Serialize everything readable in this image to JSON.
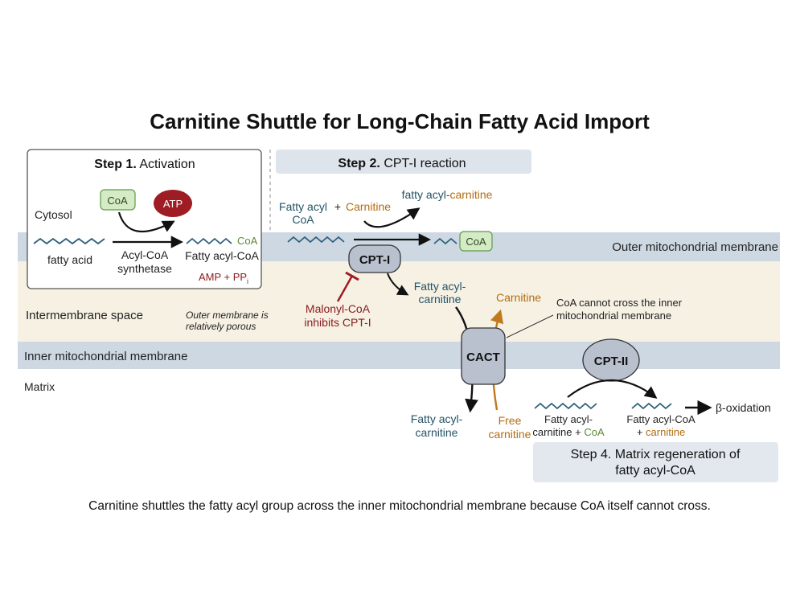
{
  "title": "Carnitine Shuttle for Long-Chain Fatty Acid Import",
  "caption": "Carnitine shuttles the fatty acyl group across the inner mitochondrial membrane because CoA itself cannot cross.",
  "regions": {
    "cytosol": "Cytosol",
    "outer_membrane": "Outer mitochondrial membrane",
    "intermembrane_space": "Intermembrane space",
    "inner_membrane": "Inner mitochondrial membrane",
    "matrix": "Matrix"
  },
  "step1": {
    "title_bold": "Step 1.",
    "title_rest": " Activation",
    "coa": "CoA",
    "atp": "ATP",
    "fatty_acid": "fatty acid",
    "enzyme_line1": "Acyl-CoA",
    "enzyme_line2": "synthetase",
    "product_coa": "CoA",
    "product": "Fatty acyl-CoA",
    "byproduct": "AMP + PP",
    "byproduct_sub": "i"
  },
  "porous_note_line1": "Outer membrane is",
  "porous_note_line2": "relatively porous",
  "step2": {
    "title_bold": "Step 2.",
    "title_rest": " CPT-I reaction",
    "reactant1_line1": "Fatty acyl",
    "reactant1_line2": "CoA",
    "plus": "+",
    "reactant2": "Carnitine",
    "product_prefix": "fatty acyl-",
    "product_suffix": "carnitine",
    "coa_release": "CoA",
    "enzyme": "CPT-I",
    "output_line1": "Fatty acyl-",
    "output_line2": "carnitine",
    "inhibitor_line1": "Malonyl-CoA",
    "inhibitor_line2": "inhibits CPT-I"
  },
  "cact": {
    "label": "CACT",
    "carnitine_out": "Carnitine",
    "acylcarnitine_in_line1": "Fatty acyl-",
    "acylcarnitine_in_line2": "carnitine",
    "free_carnitine_line1": "Free",
    "free_carnitine_line2": "carnitine",
    "note_line1": "CoA cannot cross the inner",
    "note_line2": "mitochondrial membrane"
  },
  "cpt2": {
    "label": "CPT-II",
    "substrate_line1": "Fatty acyl-",
    "substrate_line2a": "carnitine + ",
    "substrate_line2b": "CoA",
    "product_line1": "Fatty acyl-CoA",
    "product_line2a": "+ ",
    "product_line2b": "carnitine",
    "beta_oxidation": "β-oxidation"
  },
  "step4": {
    "line1": "Step 4. Matrix regeneration of",
    "line2": "fatty acyl-CoA"
  },
  "colors": {
    "membrane": "#cdd8e3",
    "intermembrane": "#f6f1e3",
    "coa_fill": "#d4ebc5",
    "coa_stroke": "#5e9a4d",
    "atp_fill": "#9e1c24",
    "enzyme_fill": "#b9c1cf",
    "teal_text": "#235266",
    "orange_text": "#b36c13",
    "red_text": "#8c1a1e"
  }
}
